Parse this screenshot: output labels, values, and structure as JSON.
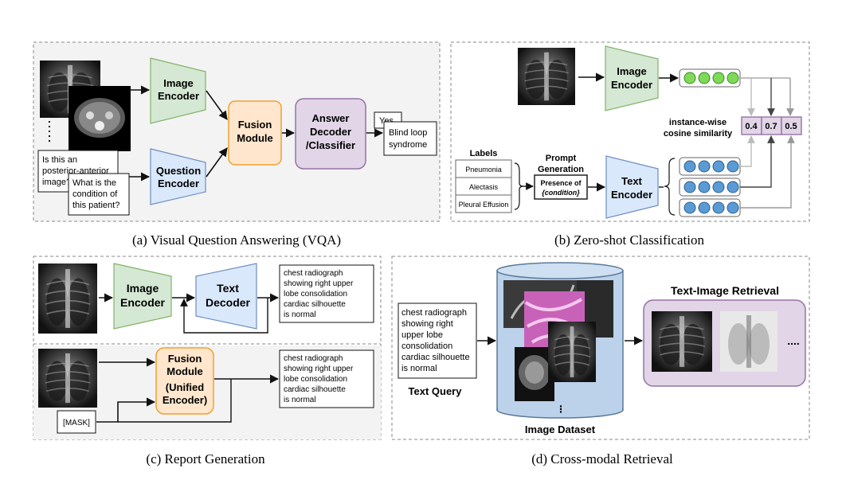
{
  "panels": {
    "a": {
      "caption": "(a) Visual Question Answering (VQA)",
      "image_encoder": [
        "Image",
        "Encoder"
      ],
      "question_encoder": [
        "Question",
        "Encoder"
      ],
      "fusion": [
        "Fusion",
        "Module"
      ],
      "answer": [
        "Answer",
        "Decoder",
        "/Classifier"
      ],
      "q1": [
        "Is this an",
        "posterior-anterior",
        "image?"
      ],
      "q2": [
        "What is the",
        "condition of",
        "this patient?"
      ],
      "yes": "Yes",
      "ans2": [
        "Blind loop",
        "syndrome"
      ]
    },
    "b": {
      "caption": "(b) Zero-shot Classification",
      "image_encoder": [
        "Image",
        "Encoder"
      ],
      "text_encoder": [
        "Text",
        "Encoder"
      ],
      "labels_title": "Labels",
      "labels": [
        "Pneumonia",
        "Alectasis",
        "Pleural Effusion"
      ],
      "prompt_title": [
        "Prompt",
        "Generation"
      ],
      "prompt_box": [
        "Presence of",
        "{condition}"
      ],
      "sim_label": [
        "instance-wise",
        "cosine similarity"
      ],
      "scores": [
        "0.4",
        "0.7",
        "0.5"
      ]
    },
    "c": {
      "caption": "(c) Report Generation",
      "image_encoder": [
        "Image",
        "Encoder"
      ],
      "text_decoder": [
        "Text",
        "Decoder"
      ],
      "fusion": [
        "Fusion",
        "Module",
        "(Unified",
        "Encoder)"
      ],
      "mask": "[MASK]",
      "report": [
        "chest radiograph",
        "showing right upper",
        "lobe consolidation",
        "cardiac silhouette",
        " is normal"
      ]
    },
    "d": {
      "caption": "(d) Cross-modal Retrieval",
      "query_text": [
        "chest radiograph",
        "showing right",
        "upper lobe",
        "consolidation",
        "cardiac silhouette",
        "is normal"
      ],
      "query_label": "Text Query",
      "dataset_label": "Image Dataset",
      "retrieval_title": "Text-Image Retrieval",
      "ellipsis": "...."
    }
  },
  "colors": {
    "green_fill": "#d5e8d4",
    "green_stroke": "#82b366",
    "blue_fill": "#dae8fc",
    "blue_stroke": "#6c8ebf",
    "orange_fill": "#ffe6cc",
    "orange_stroke": "#f0a030",
    "purple_fill": "#e1d5e7",
    "purple_stroke": "#9673a6",
    "dot_green": "#7ed957",
    "dot_blue": "#5b9bd5"
  }
}
